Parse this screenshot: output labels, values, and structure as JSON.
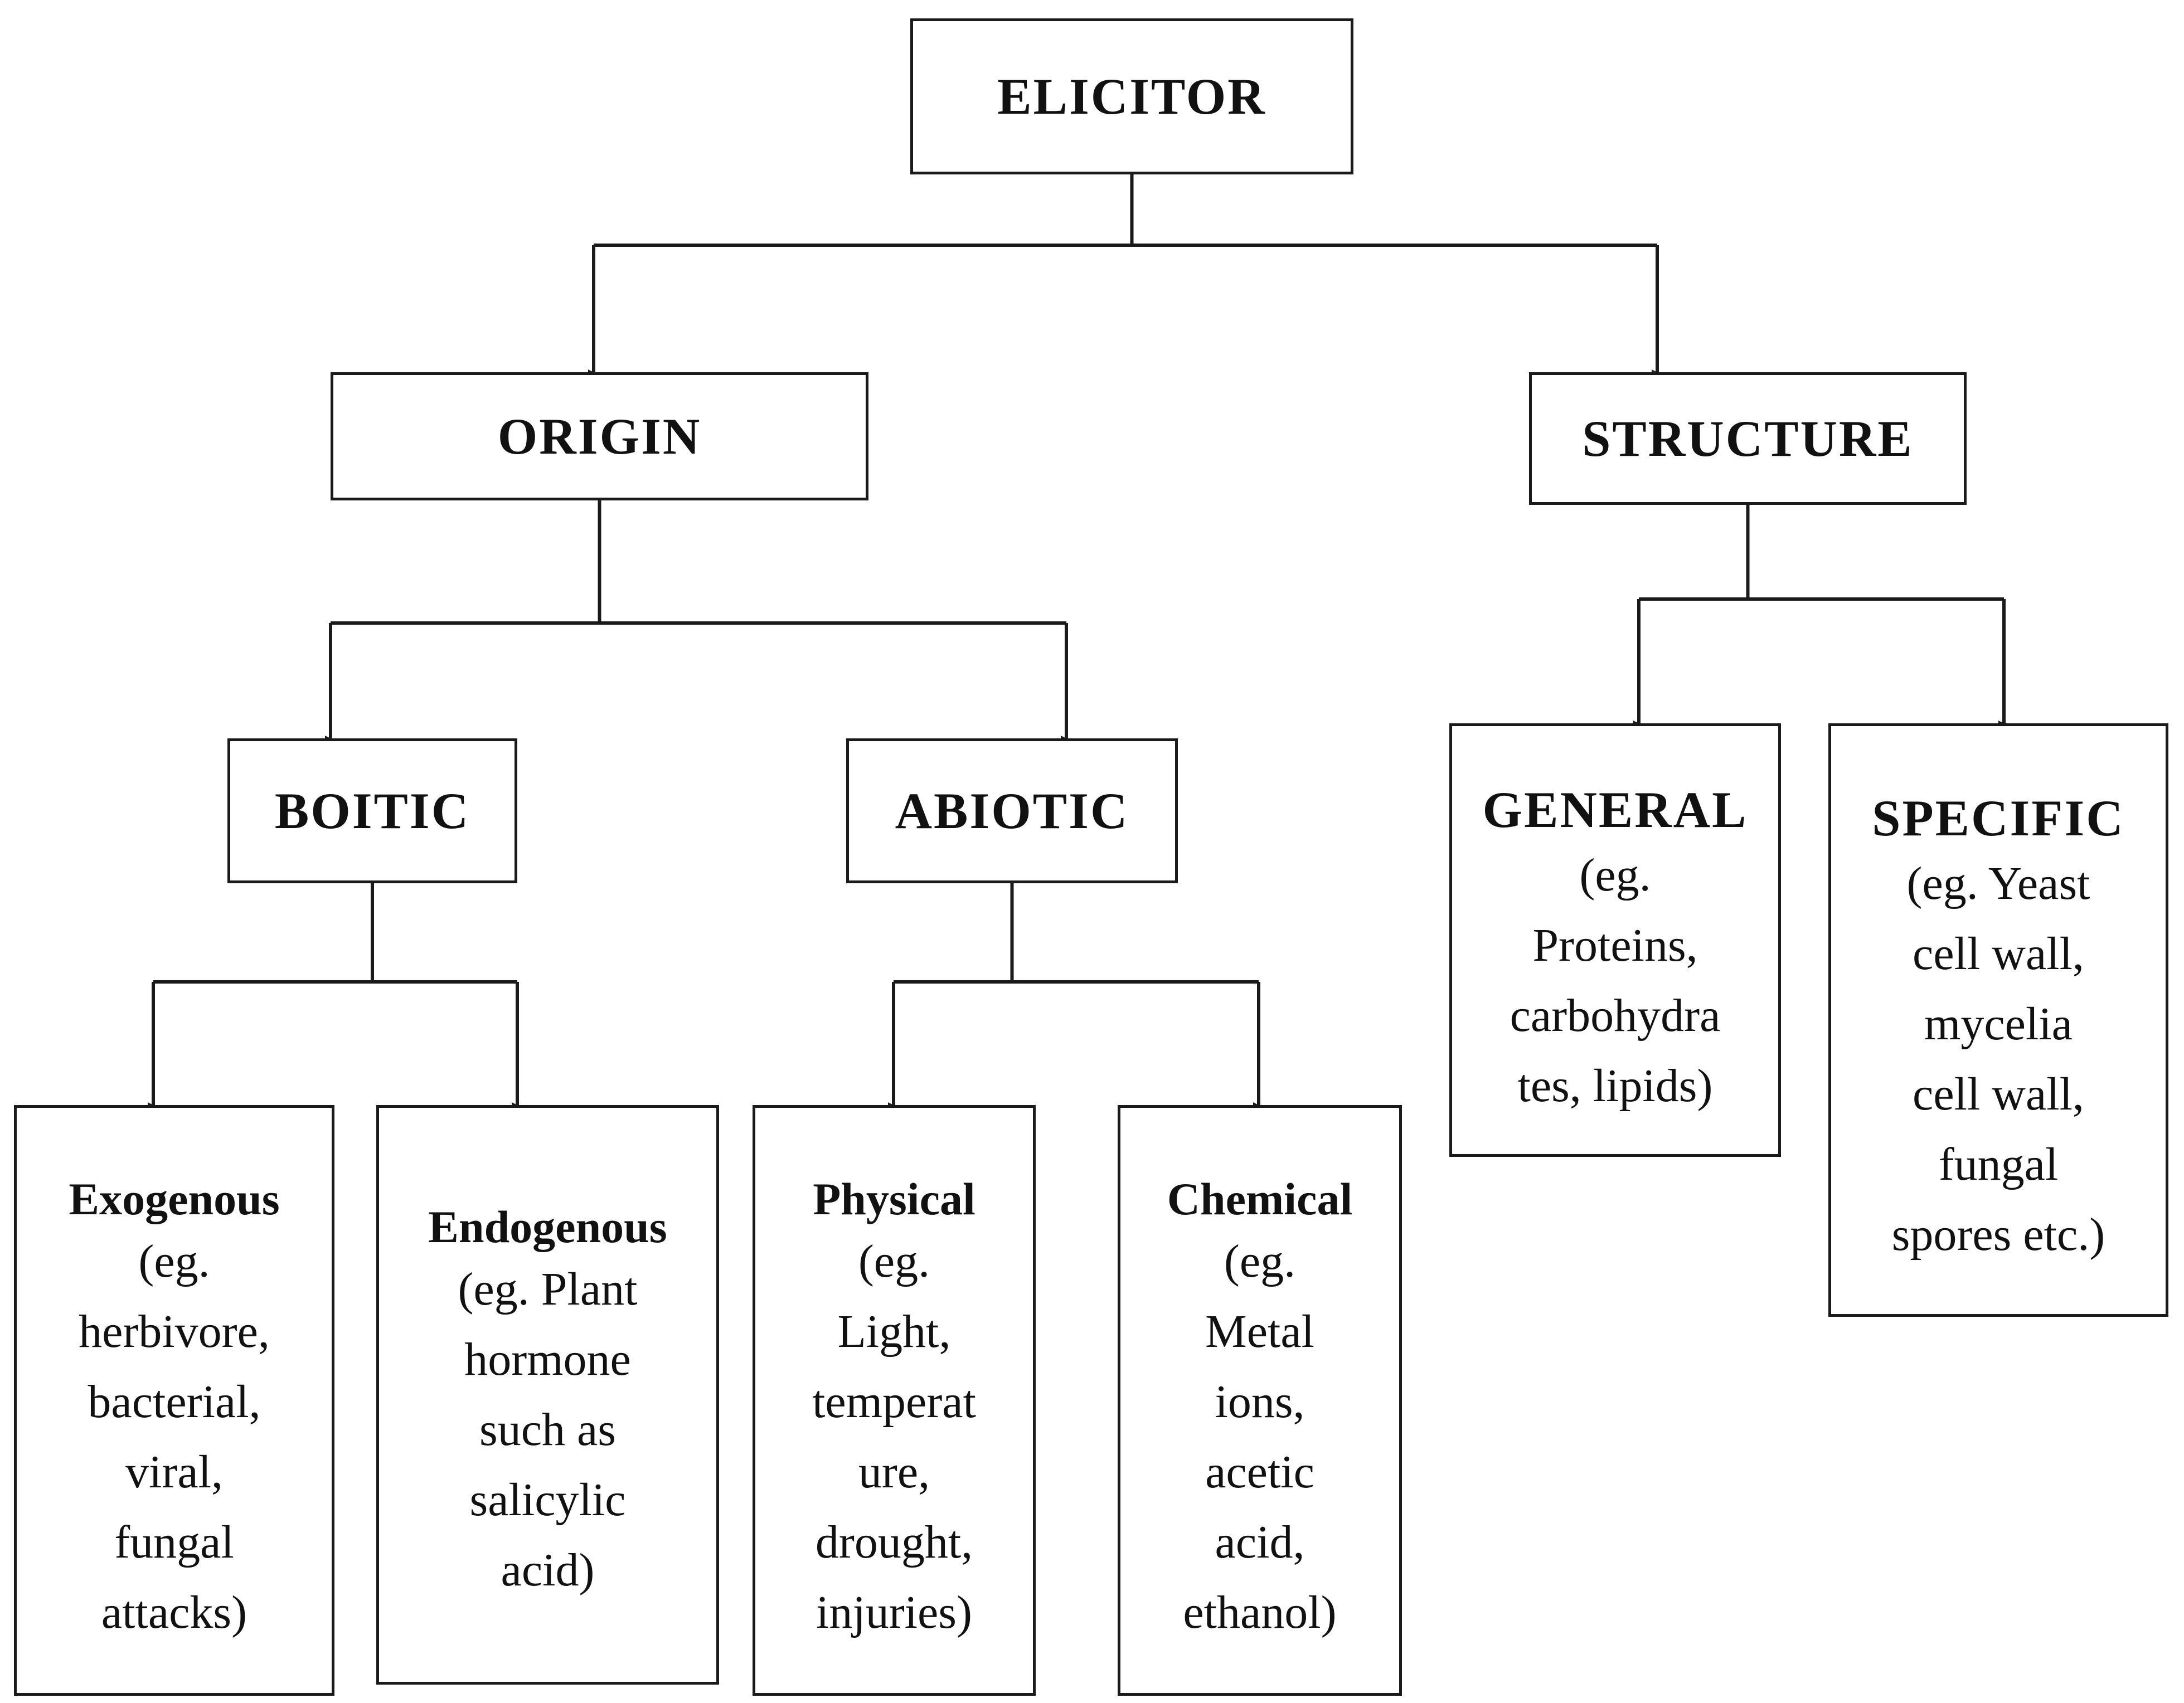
{
  "nodes": {
    "elicitor": {
      "title": "ELICITOR"
    },
    "origin": {
      "title": "ORIGIN"
    },
    "structure": {
      "title": "STRUCTURE"
    },
    "biotic": {
      "title": "BOITIC"
    },
    "abiotic": {
      "title": "ABIOTIC"
    },
    "general": {
      "title": "GENERAL",
      "desc": "(eg.\nProteins,\ncarbohydra\ntes, lipids)"
    },
    "specific": {
      "title": "SPECIFIC",
      "desc": "(eg. Yeast\ncell wall,\nmycelia\ncell wall,\nfungal\nspores etc.)"
    },
    "exogenous": {
      "title": "Exogenous",
      "desc": "(eg.\nherbivore,\nbacterial,\nviral,\nfungal\nattacks)"
    },
    "endogenous": {
      "title": "Endogenous",
      "desc": "(eg. Plant\nhormone\nsuch as\nsalicylic\nacid)"
    },
    "physical": {
      "title": "Physical",
      "desc": "(eg.\nLight,\ntemperat\nure,\ndrought,\ninjuries)"
    },
    "chemical": {
      "title": "Chemical",
      "desc": "(eg.\nMetal\nions,\nacetic\nacid,\nethanol)"
    }
  },
  "edges": [
    {
      "from": "elicitor",
      "to": "origin"
    },
    {
      "from": "elicitor",
      "to": "structure"
    },
    {
      "from": "origin",
      "to": "biotic"
    },
    {
      "from": "origin",
      "to": "abiotic"
    },
    {
      "from": "structure",
      "to": "general"
    },
    {
      "from": "structure",
      "to": "specific"
    },
    {
      "from": "biotic",
      "to": "exogenous"
    },
    {
      "from": "biotic",
      "to": "endogenous"
    },
    {
      "from": "abiotic",
      "to": "physical"
    },
    {
      "from": "abiotic",
      "to": "chemical"
    }
  ]
}
